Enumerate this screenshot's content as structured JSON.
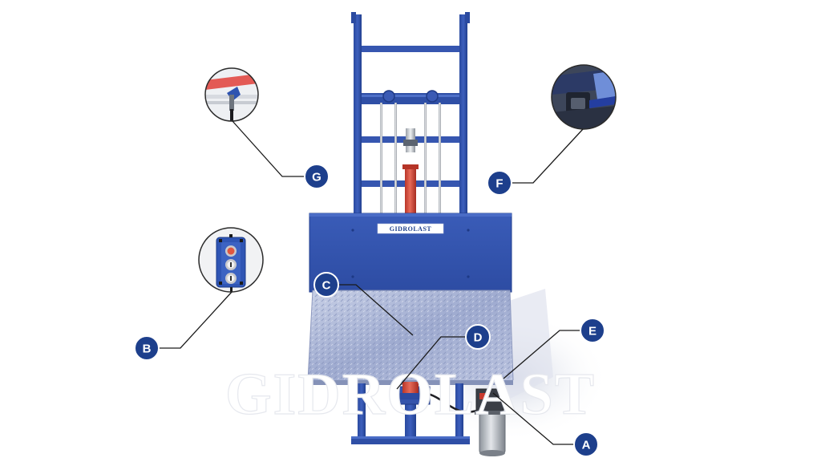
{
  "brand": {
    "plate_label": "GIDROLAST",
    "watermark": "GIDROLAST"
  },
  "callouts": [
    {
      "id": "a",
      "letter": "A"
    },
    {
      "id": "b",
      "letter": "B"
    },
    {
      "id": "c",
      "letter": "C"
    },
    {
      "id": "d",
      "letter": "D"
    },
    {
      "id": "e",
      "letter": "E"
    },
    {
      "id": "f",
      "letter": "F"
    },
    {
      "id": "g",
      "letter": "G"
    }
  ],
  "detail_views": [
    {
      "id": "b",
      "icon": "control-pendant-icon"
    },
    {
      "id": "f",
      "icon": "roller-guide-detail-icon"
    },
    {
      "id": "g",
      "icon": "chain-anchor-detail-icon"
    }
  ],
  "colors": {
    "frame_blue": "#2f4fa6",
    "frame_blue_dark": "#1f3a85",
    "callout_navy": "#1d3f8c",
    "cylinder_red": "#d94a3a",
    "platform_gray": "#9aa7c9",
    "motor_silver": "#c4c8cf"
  }
}
